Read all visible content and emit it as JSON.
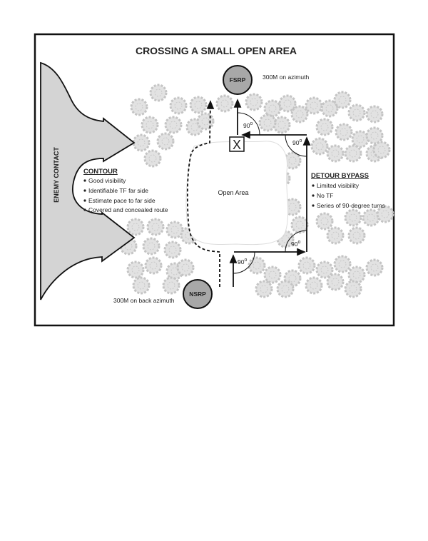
{
  "title": "CROSSING A SMALL OPEN AREA",
  "enemy_label": "ENEMY CONTACT",
  "contour": {
    "heading": "CONTOUR",
    "bullets": [
      "Good visibility",
      "Identifiable TF far side",
      "Estimate pace to far side",
      "Covered and concealed route"
    ]
  },
  "detour": {
    "heading": "DETOUR BYPASS",
    "bullets": [
      "Limited visibility",
      "No TF",
      "Series of 90-degree turns"
    ]
  },
  "open_area_label": "Open Area",
  "fsrp": {
    "label": "FSRP",
    "note": "300M on azimuth"
  },
  "nsrp": {
    "label": "NSRP",
    "note": "300M on back azimuth"
  },
  "x_marker": "X",
  "angle_label": "90",
  "angle_unit": "o",
  "colors": {
    "enemy_fill": "#d4d4d4",
    "rally_fill": "#a8a8a8",
    "tree": "#c4c4c4",
    "frame": "#111111"
  }
}
